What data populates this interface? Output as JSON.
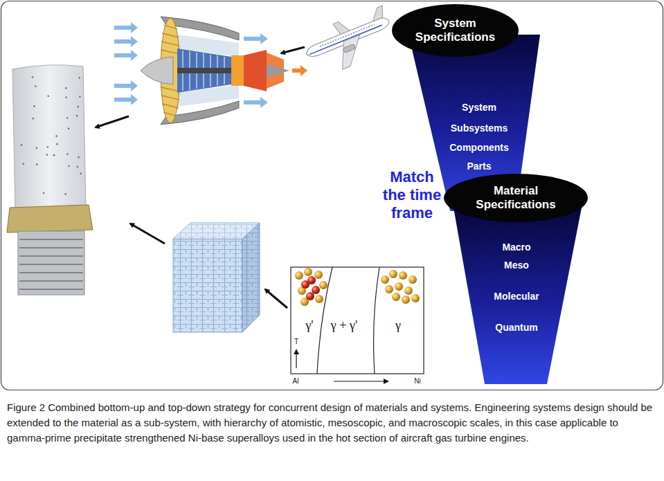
{
  "diagram": {
    "caption": "Figure 2 Combined bottom-up and top-down strategy for concurrent design of materials and systems. Engineering systems design should be extended to the material as a sub-system, with hierarchy of atomistic, mesoscopic, and macroscopic scales, in this case applicable to gamma-prime precipitate strengthened Ni-base superalloys used in the hot section of aircraft gas turbine engines.",
    "nodes": [
      {
        "text": [
          "System Specifications"
        ]
      },
      {
        "text": [
          "System",
          "Subsystems",
          "Components",
          "Parts"
        ]
      },
      {
        "text": [
          "Material Specifications"
        ]
      },
      {
        "text": [
          "Macro",
          "Meso",
          "Molecular",
          "Quantum"
        ]
      }
    ],
    "labels": [
      "Match the time frame",
      "γ'",
      "γ + γ'",
      "γ",
      "T",
      "Al",
      "Ni"
    ]
  }
}
